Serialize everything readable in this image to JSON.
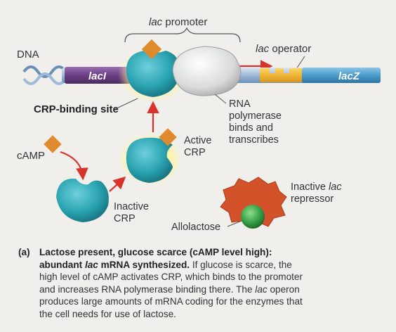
{
  "labels": {
    "lac_promoter_italic": "lac",
    "lac_promoter_rest": " promoter",
    "lac_operator_italic": "lac",
    "lac_operator_rest": " operator",
    "dna": "DNA",
    "lacI": "lacI",
    "lacZ": "lacZ",
    "crp_binding_site": "CRP-binding site",
    "rna_polymerase_line1": "RNA",
    "rna_polymerase_line2": "polymerase",
    "rna_polymerase_line3": "binds and",
    "rna_polymerase_line4": "transcribes",
    "active_crp_line1": "Active",
    "active_crp_line2": "CRP",
    "camp": "cAMP",
    "inactive_crp_line1": "Inactive",
    "inactive_crp_line2": "CRP",
    "inactive_repressor_line1a": "Inactive ",
    "inactive_repressor_line1b": "lac",
    "inactive_repressor_line2": "repressor",
    "allolactose": "Allolactose"
  },
  "caption": {
    "tag": "(a)",
    "lead_part1": "Lactose present, glucose scarce (cAMP level high):",
    "lead_part2a": "abundant ",
    "lead_part2b": "lac",
    "lead_part2c": " mRNA synthesized.",
    "body_part1": " If glucose is scarce, the",
    "line3": "high level of cAMP activates CRP, which binds to the promoter",
    "line4a": "and increases RNA polymerase binding there. The ",
    "line4b": "lac",
    "line4c": " operon",
    "line5": "produces large amounts of mRNA coding for the enzymes that",
    "line6": "the cell needs for use of lactose."
  },
  "colors": {
    "background": "#f0efec",
    "crp_teal": "#2aa3b1",
    "camp_orange": "#e08a2e",
    "lacI_purple": "#6b3f84",
    "lacZ_blue": "#4a9ccc",
    "operator_yellow": "#f0b323",
    "arrow_red": "#d9312b",
    "repressor_orange": "#d4522a",
    "allolactose_green": "#3aa24a",
    "glow_yellow": "#fff176"
  }
}
